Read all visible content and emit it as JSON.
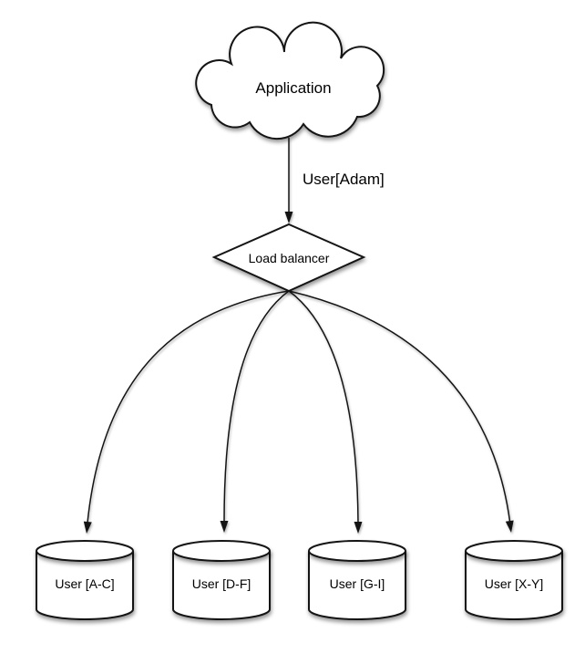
{
  "diagram": {
    "type": "sharding-architecture-diagram",
    "colors": {
      "background": "#ffffff",
      "shape_fill": "#ffffff",
      "stroke": "#141414",
      "text": "#000000"
    },
    "nodes": {
      "application": {
        "label": "Application",
        "shape": "cloud"
      },
      "load_balancer": {
        "label": "Load balancer",
        "shape": "diamond"
      },
      "shards": [
        {
          "label": "User [A-C]",
          "shape": "cylinder"
        },
        {
          "label": "User [D-F]",
          "shape": "cylinder"
        },
        {
          "label": "User [G-I]",
          "shape": "cylinder"
        },
        {
          "label": "User [X-Y]",
          "shape": "cylinder"
        }
      ]
    },
    "edges": {
      "request": {
        "from": "Application",
        "to": "Load balancer",
        "label": "User[Adam]"
      },
      "routes": [
        {
          "from": "Load balancer",
          "to": "User [A-C]"
        },
        {
          "from": "Load balancer",
          "to": "User [D-F]"
        },
        {
          "from": "Load balancer",
          "to": "User [G-I]"
        },
        {
          "from": "Load balancer",
          "to": "User [X-Y]"
        }
      ]
    }
  }
}
